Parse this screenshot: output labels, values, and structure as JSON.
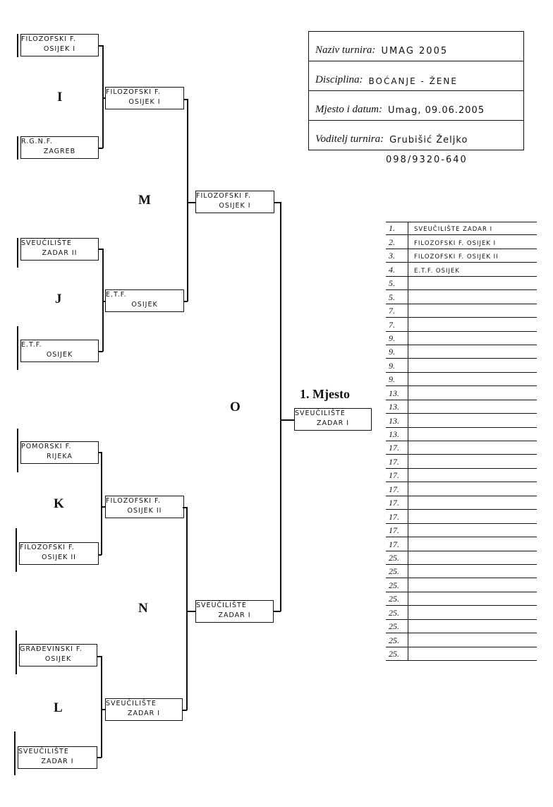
{
  "tournament": {
    "name_label": "Naziv turnira:",
    "name_value": "UMAG 2005",
    "discipline_label": "Disciplina:",
    "discipline_value": "BOĆANJE - ŽENE",
    "place_label": "Mjesto i datum:",
    "place_value": "Umag, 09.06.2005",
    "leader_label": "Voditelj turnira:",
    "leader_value": "Grubišić Željko",
    "phone": "098/9320-640"
  },
  "groups": {
    "I": "I",
    "J": "J",
    "K": "K",
    "L": "L",
    "M": "M",
    "N": "N",
    "O": "O"
  },
  "round1": [
    {
      "l1": "Filozofski F.",
      "l2": "Osijek I"
    },
    {
      "l1": "R.G.N.F.",
      "l2": "Zagreb"
    },
    {
      "l1": "Sveučilište",
      "l2": "Zadar II"
    },
    {
      "l1": "E.T.F.",
      "l2": "Osijek"
    },
    {
      "l1": "Pomorski F.",
      "l2": "Rijeka"
    },
    {
      "l1": "Filozofski F.",
      "l2": "Osijek II"
    },
    {
      "l1": "Građevinski F.",
      "l2": "Osijek"
    },
    {
      "l1": "Sveučilište",
      "l2": "Zadar I"
    }
  ],
  "round2": [
    {
      "l1": "Filozofski F.",
      "l2": "Osijek I"
    },
    {
      "l1": "E.T.F.",
      "l2": "Osijek"
    },
    {
      "l1": "Filozofski F.",
      "l2": "Osijek II"
    },
    {
      "l1": "Sveučilište",
      "l2": "Zadar I"
    }
  ],
  "round3": [
    {
      "l1": "Filozofski F.",
      "l2": "Osijek I"
    },
    {
      "l1": "Sveučilište",
      "l2": "Zadar I"
    }
  ],
  "winner": {
    "title": "1. Mjesto",
    "l1": "Sveučilište",
    "l2": "Zadar I"
  },
  "results": [
    {
      "pos": "1.",
      "team": "SVEUČILIŠTE ZADAR I"
    },
    {
      "pos": "2.",
      "team": "FILOZOFSKI F. OSIJEK I"
    },
    {
      "pos": "3.",
      "team": "FILOZOFSKI F. OSIJEK II"
    },
    {
      "pos": "4.",
      "team": "E.T.F. OSIJEK"
    },
    {
      "pos": "5.",
      "team": ""
    },
    {
      "pos": "5.",
      "team": ""
    },
    {
      "pos": "7.",
      "team": ""
    },
    {
      "pos": "7.",
      "team": ""
    },
    {
      "pos": "9.",
      "team": ""
    },
    {
      "pos": "9.",
      "team": ""
    },
    {
      "pos": "9.",
      "team": ""
    },
    {
      "pos": "9.",
      "team": ""
    },
    {
      "pos": "13.",
      "team": ""
    },
    {
      "pos": "13.",
      "team": ""
    },
    {
      "pos": "13.",
      "team": ""
    },
    {
      "pos": "13.",
      "team": ""
    },
    {
      "pos": "17.",
      "team": ""
    },
    {
      "pos": "17.",
      "team": ""
    },
    {
      "pos": "17.",
      "team": ""
    },
    {
      "pos": "17.",
      "team": ""
    },
    {
      "pos": "17.",
      "team": ""
    },
    {
      "pos": "17.",
      "team": ""
    },
    {
      "pos": "17.",
      "team": ""
    },
    {
      "pos": "17.",
      "team": ""
    },
    {
      "pos": "25.",
      "team": ""
    },
    {
      "pos": "25.",
      "team": ""
    },
    {
      "pos": "25.",
      "team": ""
    },
    {
      "pos": "25.",
      "team": ""
    },
    {
      "pos": "25.",
      "team": ""
    },
    {
      "pos": "25.",
      "team": ""
    },
    {
      "pos": "25.",
      "team": ""
    },
    {
      "pos": "25.",
      "team": ""
    }
  ]
}
